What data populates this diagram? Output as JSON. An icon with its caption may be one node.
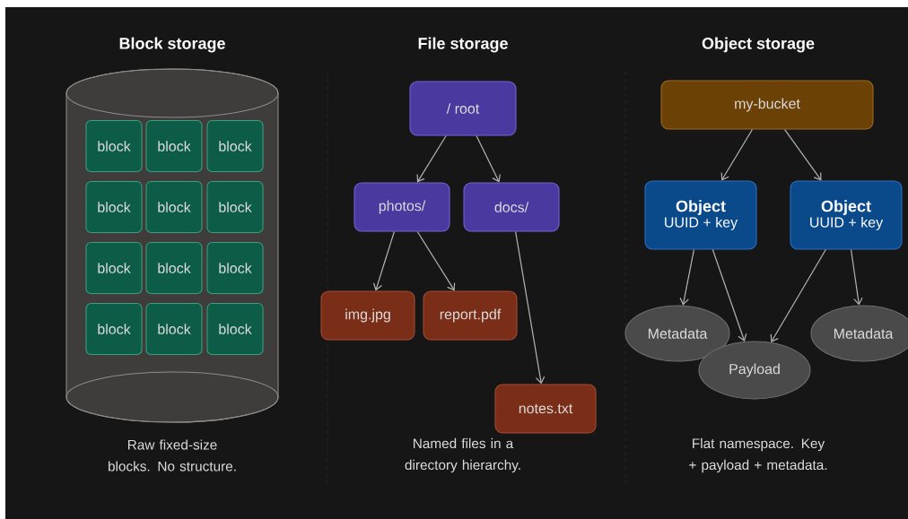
{
  "diagram": {
    "nodes": [
      {
        "text": [],
        "shape": "cylinder"
      },
      {
        "text": [
          "block"
        ],
        "in": 0
      },
      {
        "text": [
          "block"
        ],
        "in": 0
      },
      {
        "text": [
          "block"
        ],
        "in": 0
      },
      {
        "text": [
          "block"
        ],
        "in": 0
      },
      {
        "text": [
          "block"
        ],
        "in": 0
      },
      {
        "text": [
          "block"
        ],
        "in": 0
      },
      {
        "text": [
          "block"
        ],
        "in": 0
      },
      {
        "text": [
          "block"
        ],
        "in": 0
      },
      {
        "text": [
          "block"
        ],
        "in": 0
      },
      {
        "text": [
          "block"
        ],
        "in": 0
      },
      {
        "text": [
          "block"
        ],
        "in": 0
      },
      {
        "text": [
          "block"
        ],
        "in": 0
      },
      {
        "text": [
          "/ root"
        ]
      },
      {
        "text": [
          "photos/"
        ]
      },
      {
        "text": [
          "docs/"
        ]
      },
      {
        "text": [
          "img.jpg"
        ]
      },
      {
        "text": [
          "report.pdf"
        ]
      },
      {
        "text": [
          "notes.txt"
        ]
      },
      {
        "text": [
          "my-bucket"
        ]
      },
      {
        "text": [
          "Object",
          "UUID + key"
        ]
      },
      {
        "text": [
          "Object",
          "UUID + key"
        ]
      },
      {
        "text": [
          "Metadata"
        ]
      },
      {
        "text": [
          "Metadata"
        ]
      },
      {
        "text": [
          "Payload"
        ]
      }
    ],
    "edges": [
      {
        "from": 13,
        "to": 14,
        "arrow": "to"
      },
      {
        "from": 13,
        "to": 15,
        "arrow": "to"
      },
      {
        "from": 14,
        "to": 16,
        "arrow": "to"
      },
      {
        "from": 14,
        "to": 17,
        "arrow": "to"
      },
      {
        "from": 15,
        "to": 18,
        "arrow": "to"
      },
      {
        "from": 19,
        "to": 20,
        "arrow": "to"
      },
      {
        "from": 19,
        "to": 21,
        "arrow": "to"
      },
      {
        "from": 20,
        "to": 22,
        "arrow": "to"
      },
      {
        "from": 20,
        "to": 24,
        "arrow": "to"
      },
      {
        "from": 21,
        "to": 24,
        "arrow": "to"
      },
      {
        "from": 21,
        "to": 23,
        "arrow": "to"
      }
    ],
    "labels": [
      "Block storage",
      "File storage",
      "Object storage",
      "Raw fixed-size blocks. No structure.",
      "Named files in a directory hierarchy.",
      "Flat namespace. Key + payload + metadata."
    ]
  }
}
